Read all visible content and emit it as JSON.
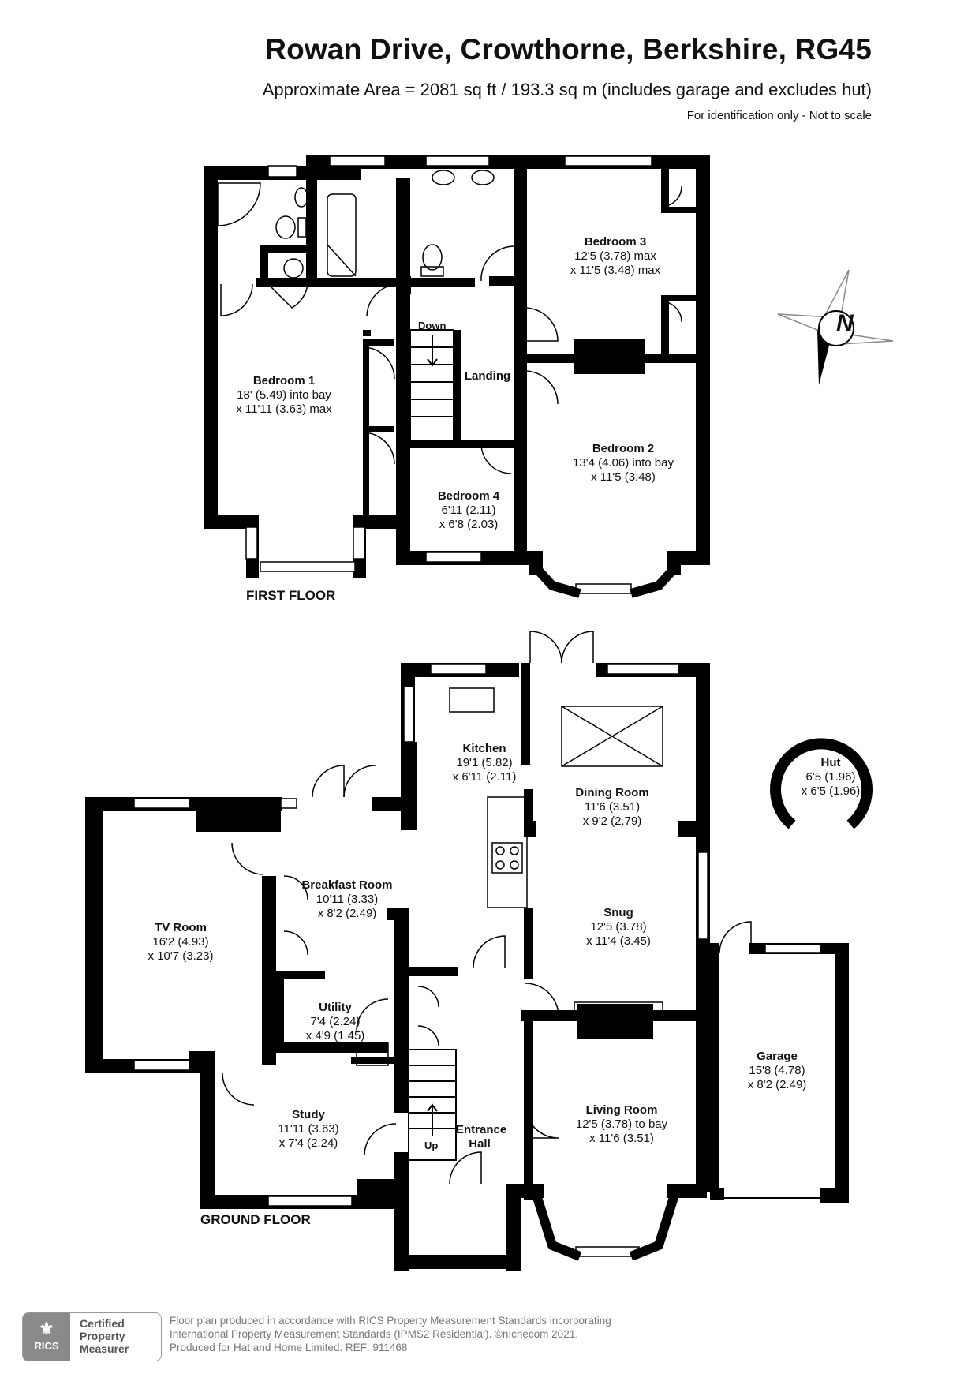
{
  "header": {
    "title": "Rowan Drive, Crowthorne, Berkshire, RG45",
    "subtitle": "Approximate Area = 2081 sq ft / 193.3 sq m (includes garage and excludes hut)",
    "note": "For identification only - Not to scale"
  },
  "compass": {
    "label": "N",
    "icon": "north-arrow-icon"
  },
  "first_floor": {
    "label": "FIRST FLOOR",
    "stairs_label": "Down",
    "rooms": [
      {
        "name": "Bedroom 3",
        "l1": "12'5 (3.78) max",
        "l2": "x 11'5 (3.48) max"
      },
      {
        "name": "Bedroom 1",
        "l1": "18' (5.49) into bay",
        "l2": "x 11'11 (3.63) max"
      },
      {
        "name": "Landing",
        "l1": "",
        "l2": ""
      },
      {
        "name": "Bedroom 2",
        "l1": "13'4 (4.06) into bay",
        "l2": "x 11'5 (3.48)"
      },
      {
        "name": "Bedroom 4",
        "l1": "6'11 (2.11)",
        "l2": "x 6'8 (2.03)"
      }
    ]
  },
  "ground_floor": {
    "label": "GROUND FLOOR",
    "stairs_label": "Up",
    "rooms": [
      {
        "name": "Kitchen",
        "l1": "19'1 (5.82)",
        "l2": "x 6'11 (2.11)"
      },
      {
        "name": "Dining Room",
        "l1": "11'6 (3.51)",
        "l2": "x 9'2 (2.79)"
      },
      {
        "name": "Hut",
        "l1": "6'5 (1.96)",
        "l2": "x 6'5 (1.96)"
      },
      {
        "name": "Breakfast Room",
        "l1": "10'11 (3.33)",
        "l2": "x 8'2 (2.49)"
      },
      {
        "name": "TV Room",
        "l1": "16'2 (4.93)",
        "l2": "x 10'7 (3.23)"
      },
      {
        "name": "Snug",
        "l1": "12'5 (3.78)",
        "l2": "x 11'4 (3.45)"
      },
      {
        "name": "Utility",
        "l1": "7'4 (2.24)",
        "l2": "x 4'9 (1.45)"
      },
      {
        "name": "Garage",
        "l1": "15'8 (4.78)",
        "l2": "x 8'2 (2.49)"
      },
      {
        "name": "Study",
        "l1": "11'11 (3.63)",
        "l2": "x 7'4 (2.24)"
      },
      {
        "name": "Living Room",
        "l1": "12'5 (3.78) to bay",
        "l2": "x 11'6 (3.51)"
      },
      {
        "name": "Entrance Hall",
        "l1": "",
        "l2": ""
      }
    ]
  },
  "footer": {
    "line1": "Floor plan produced in accordance with RICS Property Measurement Standards incorporating",
    "line2": "International Property Measurement Standards (IPMS2 Residential).   ©nıchecom 2021.",
    "line3": "Produced for Hat and Home Limited.   REF:  911468"
  },
  "badge": {
    "logo_text": "RICS",
    "line1": "Certified",
    "line2": "Property",
    "line3": "Measurer"
  }
}
